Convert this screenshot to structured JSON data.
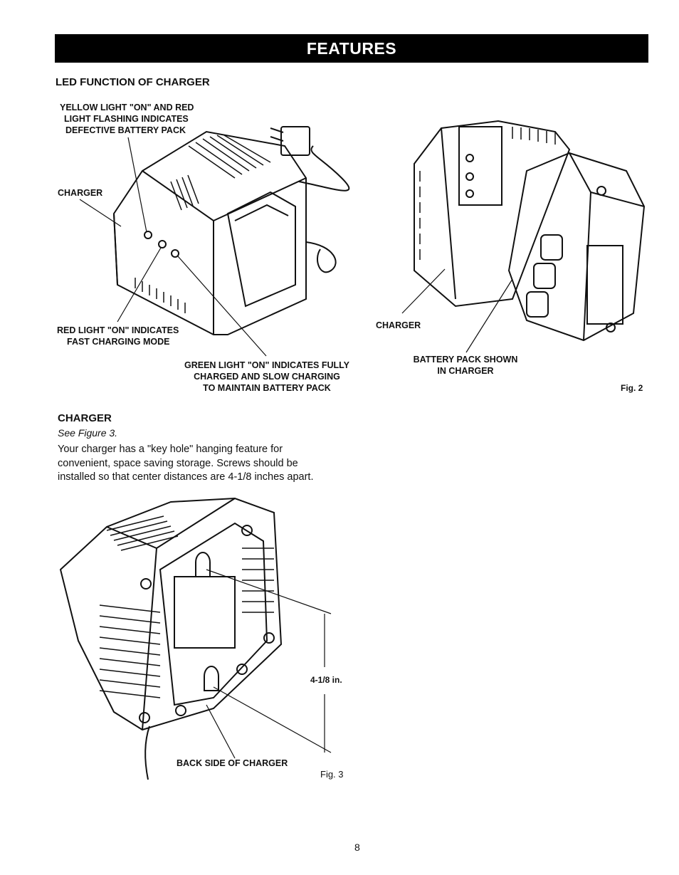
{
  "header": {
    "title": "FEATURES"
  },
  "led_section": {
    "heading": "LED FUNCTION OF CHARGER",
    "yellow_label": [
      "YELLOW LIGHT \"ON\" AND RED",
      "LIGHT FLASHING INDICATES",
      "DEFECTIVE BATTERY PACK"
    ],
    "charger_label": "CHARGER",
    "red_label": [
      "RED LIGHT \"ON\" INDICATES",
      "FAST CHARGING MODE"
    ],
    "green_label": [
      "GREEN LIGHT \"ON\" INDICATES FULLY",
      "CHARGED AND SLOW CHARGING",
      "TO MAINTAIN BATTERY PACK"
    ],
    "fig2": {
      "charger_label": "CHARGER",
      "battery_label": [
        "BATTERY PACK SHOWN",
        "IN CHARGER"
      ],
      "caption": "Fig. 2"
    }
  },
  "charger_section": {
    "heading": "CHARGER",
    "see": "See Figure 3.",
    "text": [
      "Your charger has a \"key hole\" hanging feature for",
      "convenient, space saving storage. Screws should be",
      "installed so that center distances are 4-1/8 inches apart."
    ],
    "fig3": {
      "dimension": "4-1/8 in.",
      "back_label": "BACK SIDE OF CHARGER",
      "caption": "Fig. 3"
    }
  },
  "page_number": "8"
}
